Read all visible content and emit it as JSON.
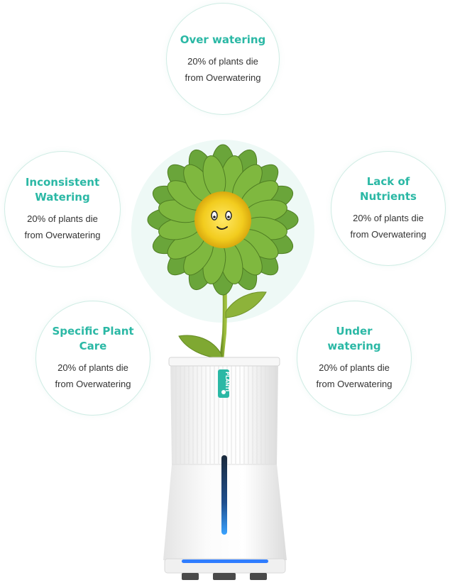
{
  "cards": [
    {
      "id": "over-watering",
      "title": "Over watering",
      "body": "20% of plants die\nfrom Overwatering"
    },
    {
      "id": "inconsistent-watering",
      "title": "Inconsistent\nWatering",
      "body": "20% of plants die\nfrom Overwatering"
    },
    {
      "id": "lack-of-nutrients",
      "title": "Lack of\nNutrients",
      "body": "20% of plants die\nfrom Overwatering"
    },
    {
      "id": "specific-plant-care",
      "title": "Specific Plant\nCare",
      "body": "20% of plants die\nfrom Overwatering"
    },
    {
      "id": "under-watering",
      "title": "Under\nwatering",
      "body": "20% of plants die\nfrom Overwatering"
    }
  ],
  "device": {
    "brand_label": "PLANTI"
  },
  "colors": {
    "accent": "#2bb8a5",
    "body_text": "#333333",
    "card_border": "#cfece4",
    "glow": "#eef9f6",
    "petal": "#6aa53a",
    "flower_center": "#f2cc1e",
    "led": "#2f7dff"
  }
}
